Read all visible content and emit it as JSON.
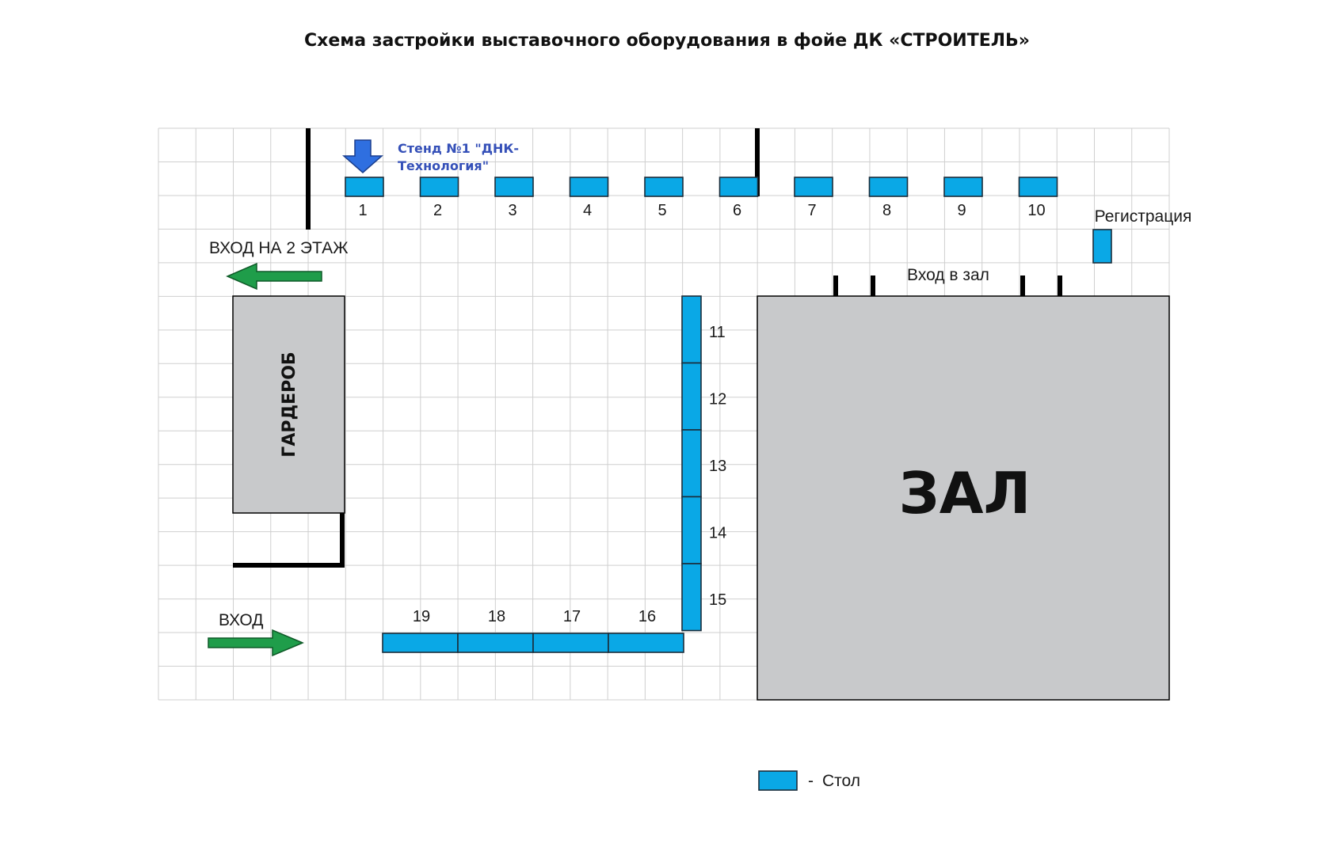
{
  "title": "Схема застройки выставочного оборудования в фойе ДК  «СТРОИТЕЛЬ»",
  "colors": {
    "table_fill": "#0aa8e6",
    "room_fill": "#c8c9cb",
    "arrow_green": "#1f9d4a",
    "arrow_blue": "#2f6fe0",
    "stand_label": "#3550b8",
    "grid": "#cfcfcf",
    "wall": "#000000"
  },
  "stand_label": {
    "line1": "Стенд №1 \"ДНК-",
    "line2": "Технология\""
  },
  "labels": {
    "entrance_floor2": "ВХОД НА 2 ЭТАЖ",
    "entrance": "ВХОД",
    "registration": "Регистрация",
    "hall_entrance": "Вход в зал",
    "wardrobe": "ГАРДЕРОБ",
    "hall": "ЗАЛ"
  },
  "legend": {
    "dash": "-",
    "text": "Стол"
  },
  "tables": {
    "top_row": [
      "1",
      "2",
      "3",
      "4",
      "5",
      "6",
      "7",
      "8",
      "9",
      "10"
    ],
    "vertical_column": [
      "11",
      "12",
      "13",
      "14",
      "15"
    ],
    "bottom_row": [
      "19",
      "18",
      "17",
      "16"
    ]
  },
  "icons": {
    "stand_pointer": "arrow-down-icon",
    "exit_floor2": "arrow-left-icon",
    "entrance": "arrow-right-icon"
  }
}
